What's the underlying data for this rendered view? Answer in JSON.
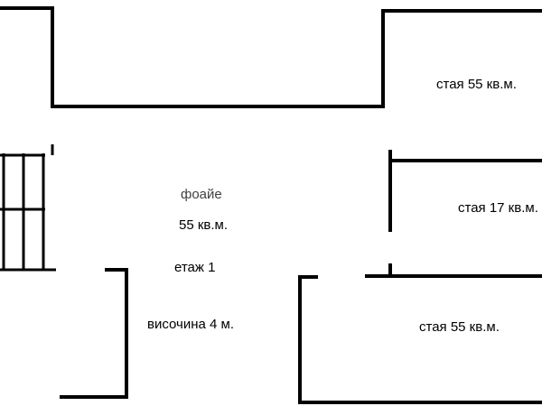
{
  "labels": {
    "room_top": "стая 55 кв.м.",
    "room_mid": "стая 17 кв.м.",
    "room_bottom": "стая 55 кв.м.",
    "foyer": "фоайе",
    "foyer_area": "55 кв.м.",
    "floor": "етаж 1",
    "height": "височина 4 м."
  },
  "colors": {
    "wall": "#000000",
    "foyer_text": "#404040"
  }
}
